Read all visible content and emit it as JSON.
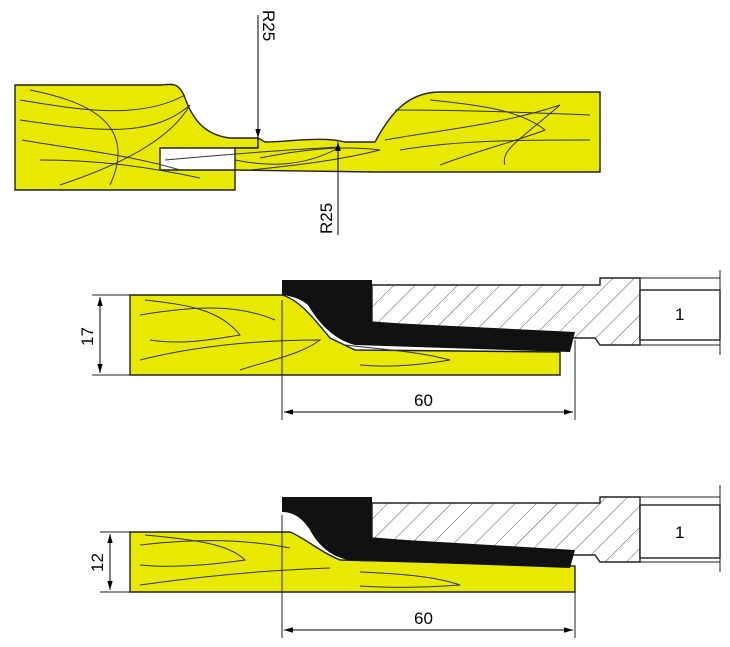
{
  "colors": {
    "wood": "#E8E800",
    "cutter": "#111111",
    "line": "#222222",
    "background": "#FFFFFF"
  },
  "top_view": {
    "radius_label_upper": "R25",
    "radius_label_lower": "R25"
  },
  "profile_a": {
    "thickness_label": "17",
    "width_label": "60",
    "tool_number": "1"
  },
  "profile_b": {
    "thickness_label": "12",
    "width_label": "60",
    "tool_number": "1"
  }
}
